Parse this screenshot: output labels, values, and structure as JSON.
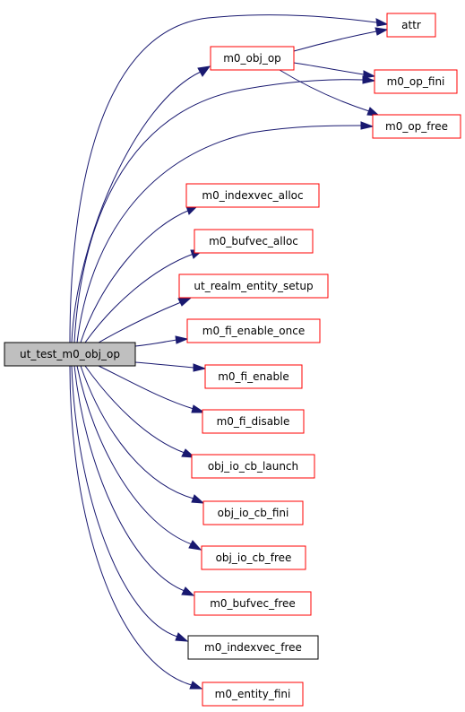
{
  "graph": {
    "root": "ut_test_m0_obj_op",
    "colors": {
      "edge": "#191970",
      "root_fill": "#bfbfbf",
      "root_border": "#000000",
      "linked_border": "#ff0000",
      "plain_border": "#000000",
      "node_fill": "#ffffff"
    },
    "nodes": [
      {
        "id": "ut_test_m0_obj_op",
        "label": "ut_test_m0_obj_op",
        "kind": "root"
      },
      {
        "id": "attr",
        "label": "attr",
        "kind": "linked"
      },
      {
        "id": "m0_obj_op",
        "label": "m0_obj_op",
        "kind": "linked"
      },
      {
        "id": "m0_op_fini",
        "label": "m0_op_fini",
        "kind": "linked"
      },
      {
        "id": "m0_op_free",
        "label": "m0_op_free",
        "kind": "linked"
      },
      {
        "id": "m0_indexvec_alloc",
        "label": "m0_indexvec_alloc",
        "kind": "linked"
      },
      {
        "id": "m0_bufvec_alloc",
        "label": "m0_bufvec_alloc",
        "kind": "linked"
      },
      {
        "id": "ut_realm_entity_setup",
        "label": "ut_realm_entity_setup",
        "kind": "linked"
      },
      {
        "id": "m0_fi_enable_once",
        "label": "m0_fi_enable_once",
        "kind": "linked"
      },
      {
        "id": "m0_fi_enable",
        "label": "m0_fi_enable",
        "kind": "linked"
      },
      {
        "id": "m0_fi_disable",
        "label": "m0_fi_disable",
        "kind": "linked"
      },
      {
        "id": "obj_io_cb_launch",
        "label": "obj_io_cb_launch",
        "kind": "linked"
      },
      {
        "id": "obj_io_cb_fini",
        "label": "obj_io_cb_fini",
        "kind": "linked"
      },
      {
        "id": "obj_io_cb_free",
        "label": "obj_io_cb_free",
        "kind": "linked"
      },
      {
        "id": "m0_bufvec_free",
        "label": "m0_bufvec_free",
        "kind": "linked"
      },
      {
        "id": "m0_indexvec_free",
        "label": "m0_indexvec_free",
        "kind": "plain"
      },
      {
        "id": "m0_entity_fini",
        "label": "m0_entity_fini",
        "kind": "linked"
      }
    ],
    "edges": [
      {
        "from": "ut_test_m0_obj_op",
        "to": "attr"
      },
      {
        "from": "ut_test_m0_obj_op",
        "to": "m0_obj_op"
      },
      {
        "from": "ut_test_m0_obj_op",
        "to": "m0_op_fini"
      },
      {
        "from": "ut_test_m0_obj_op",
        "to": "m0_op_free"
      },
      {
        "from": "ut_test_m0_obj_op",
        "to": "m0_indexvec_alloc"
      },
      {
        "from": "ut_test_m0_obj_op",
        "to": "m0_bufvec_alloc"
      },
      {
        "from": "ut_test_m0_obj_op",
        "to": "ut_realm_entity_setup"
      },
      {
        "from": "ut_test_m0_obj_op",
        "to": "m0_fi_enable_once"
      },
      {
        "from": "ut_test_m0_obj_op",
        "to": "m0_fi_enable"
      },
      {
        "from": "ut_test_m0_obj_op",
        "to": "m0_fi_disable"
      },
      {
        "from": "ut_test_m0_obj_op",
        "to": "obj_io_cb_launch"
      },
      {
        "from": "ut_test_m0_obj_op",
        "to": "obj_io_cb_fini"
      },
      {
        "from": "ut_test_m0_obj_op",
        "to": "obj_io_cb_free"
      },
      {
        "from": "ut_test_m0_obj_op",
        "to": "m0_bufvec_free"
      },
      {
        "from": "ut_test_m0_obj_op",
        "to": "m0_indexvec_free"
      },
      {
        "from": "ut_test_m0_obj_op",
        "to": "m0_entity_fini"
      },
      {
        "from": "m0_obj_op",
        "to": "attr"
      },
      {
        "from": "m0_obj_op",
        "to": "m0_op_fini"
      },
      {
        "from": "m0_obj_op",
        "to": "m0_op_free"
      }
    ]
  }
}
